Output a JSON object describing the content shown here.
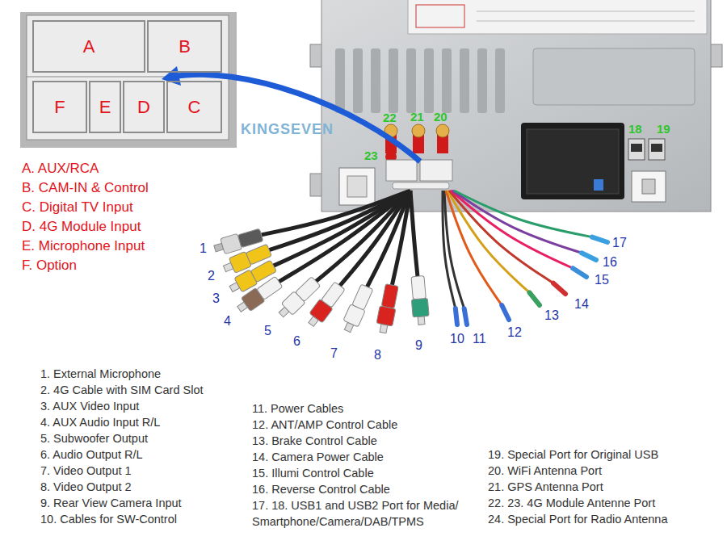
{
  "diagram": {
    "nodes": [
      {
        "text": [
          "A"
        ]
      },
      {
        "text": [
          "B"
        ]
      },
      {
        "text": [
          "F"
        ]
      },
      {
        "text": [
          "E"
        ]
      },
      {
        "text": [
          "D"
        ]
      },
      {
        "text": [
          "C"
        ]
      }
    ],
    "labels": [
      "A. AUX/RCA",
      "B. CAM-IN & Control",
      "C. Digital TV Input",
      "D. 4G Module Input",
      "E. Microphone Input",
      "F. Option",
      "KINGSEVEN",
      "1",
      "2",
      "3",
      "4",
      "5",
      "6",
      "7",
      "8",
      "9",
      "10",
      "11",
      "12",
      "13",
      "14",
      "15",
      "16",
      "17",
      "18",
      "19",
      "20",
      "21",
      "22",
      "23",
      "1. External Microphone",
      "2. 4G Cable with SIM Card Slot",
      "3. AUX Video Input",
      "4. AUX Audio Input R/L",
      "5. Subwoofer Output",
      "6. Audio Output R/L",
      "7. Video Output 1",
      "8. Video Output 2",
      "9. Rear View Camera Input",
      "10. Cables for SW-Control",
      "11. Power Cables",
      "12. ANT/AMP Control Cable",
      "13. Brake Control Cable",
      "14. Camera Power Cable",
      "15. Illumi Control Cable",
      "16. Reverse Control Cable",
      "17. 18. USB1 and USB2 Port for Media/ Smartphone/Camera/DAB/TPMS",
      "19. Special Port for Original USB",
      "20. WiFi Antenna Port",
      "21. GPS Antenna Port",
      "22. 23. 4G Module Antenne Port",
      "24. Special Port for Radio Antenna"
    ]
  }
}
